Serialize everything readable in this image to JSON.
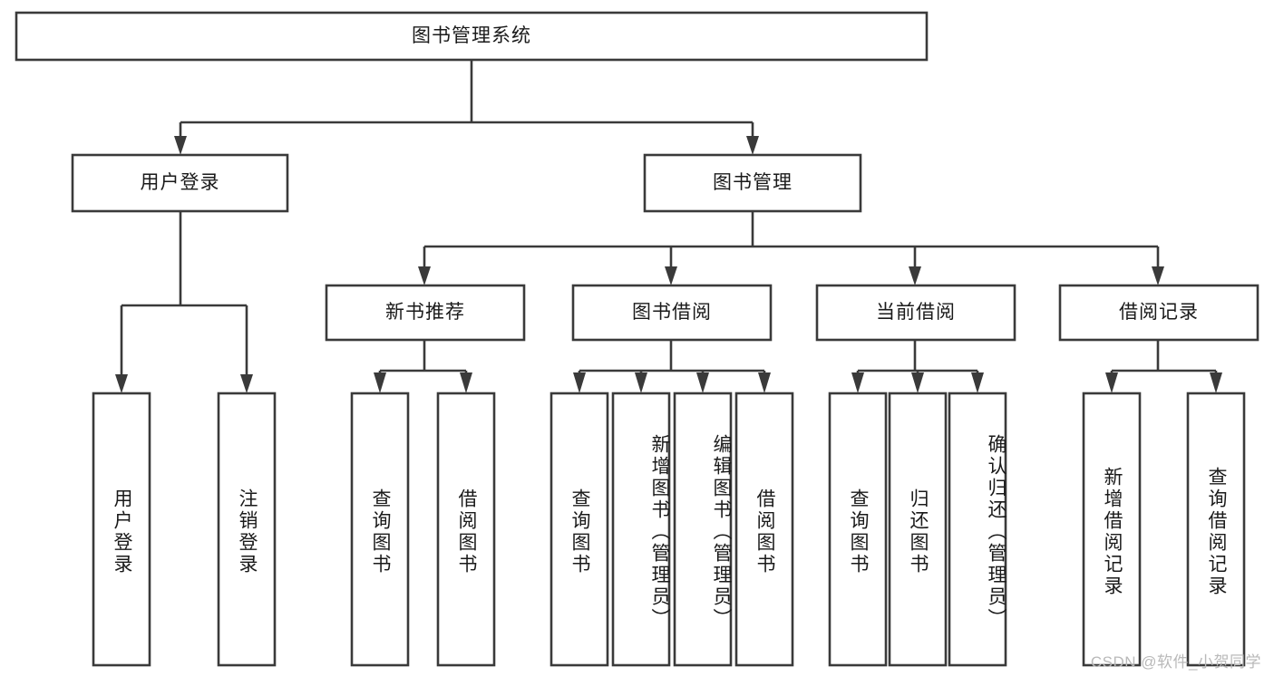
{
  "diagram": {
    "type": "tree-hierarchy",
    "title": "图书管理系统",
    "watermark": "CSDN @软件_小贺同学",
    "colors": {
      "background": "#ffffff",
      "box_fill": "#ffffff",
      "box_stroke": "#3a3a3a",
      "text": "#1a1a1a",
      "watermark": "#b9b9b9"
    },
    "levels": {
      "root": "图书管理系统",
      "level2": [
        "用户登录",
        "图书管理"
      ],
      "level3": [
        "新书推荐",
        "图书借阅",
        "当前借阅",
        "借阅记录"
      ],
      "leaves": [
        "用户登录",
        "注销登录",
        "查询图书",
        "借阅图书",
        "查询图书",
        "新增图书（管理员）",
        "编辑图书（管理员）",
        "借阅图书",
        "查询图书",
        "归还图书",
        "确认归还（管理员）",
        "新增借阅记录",
        "查询借阅记录"
      ]
    },
    "nodes": {
      "root": {
        "label": "图书管理系统"
      },
      "user_login": {
        "label": "用户登录"
      },
      "book_manage": {
        "label": "图书管理"
      },
      "new_book_rec": {
        "label": "新书推荐"
      },
      "book_borrow": {
        "label": "图书借阅"
      },
      "current_borrow": {
        "label": "当前借阅"
      },
      "borrow_record": {
        "label": "借阅记录"
      },
      "leaf_user_login": {
        "label": "用户登录"
      },
      "leaf_logout": {
        "label": "注销登录"
      },
      "leaf_query_book_1": {
        "label": "查询图书"
      },
      "leaf_borrow_book_1": {
        "label": "借阅图书"
      },
      "leaf_query_book_2": {
        "label": "查询图书"
      },
      "leaf_add_book": {
        "label": "新增图书（管理员）"
      },
      "leaf_edit_book": {
        "label": "编辑图书（管理员）"
      },
      "leaf_borrow_book_2": {
        "label": "借阅图书"
      },
      "leaf_query_book_3": {
        "label": "查询图书"
      },
      "leaf_return_book": {
        "label": "归还图书"
      },
      "leaf_confirm_return": {
        "label": "确认归还（管理员）"
      },
      "leaf_add_record": {
        "label": "新增借阅记录"
      },
      "leaf_query_record": {
        "label": "查询借阅记录"
      }
    },
    "edges": [
      {
        "from": "root",
        "to": "user_login"
      },
      {
        "from": "root",
        "to": "book_manage"
      },
      {
        "from": "user_login",
        "to": "leaf_user_login"
      },
      {
        "from": "user_login",
        "to": "leaf_logout"
      },
      {
        "from": "book_manage",
        "to": "new_book_rec"
      },
      {
        "from": "book_manage",
        "to": "book_borrow"
      },
      {
        "from": "book_manage",
        "to": "current_borrow"
      },
      {
        "from": "book_manage",
        "to": "borrow_record"
      },
      {
        "from": "new_book_rec",
        "to": "leaf_query_book_1"
      },
      {
        "from": "new_book_rec",
        "to": "leaf_borrow_book_1"
      },
      {
        "from": "book_borrow",
        "to": "leaf_query_book_2"
      },
      {
        "from": "book_borrow",
        "to": "leaf_add_book"
      },
      {
        "from": "book_borrow",
        "to": "leaf_edit_book"
      },
      {
        "from": "book_borrow",
        "to": "leaf_borrow_book_2"
      },
      {
        "from": "current_borrow",
        "to": "leaf_query_book_3"
      },
      {
        "from": "current_borrow",
        "to": "leaf_return_book"
      },
      {
        "from": "current_borrow",
        "to": "leaf_confirm_return"
      },
      {
        "from": "borrow_record",
        "to": "leaf_add_record"
      },
      {
        "from": "borrow_record",
        "to": "leaf_query_record"
      }
    ]
  }
}
